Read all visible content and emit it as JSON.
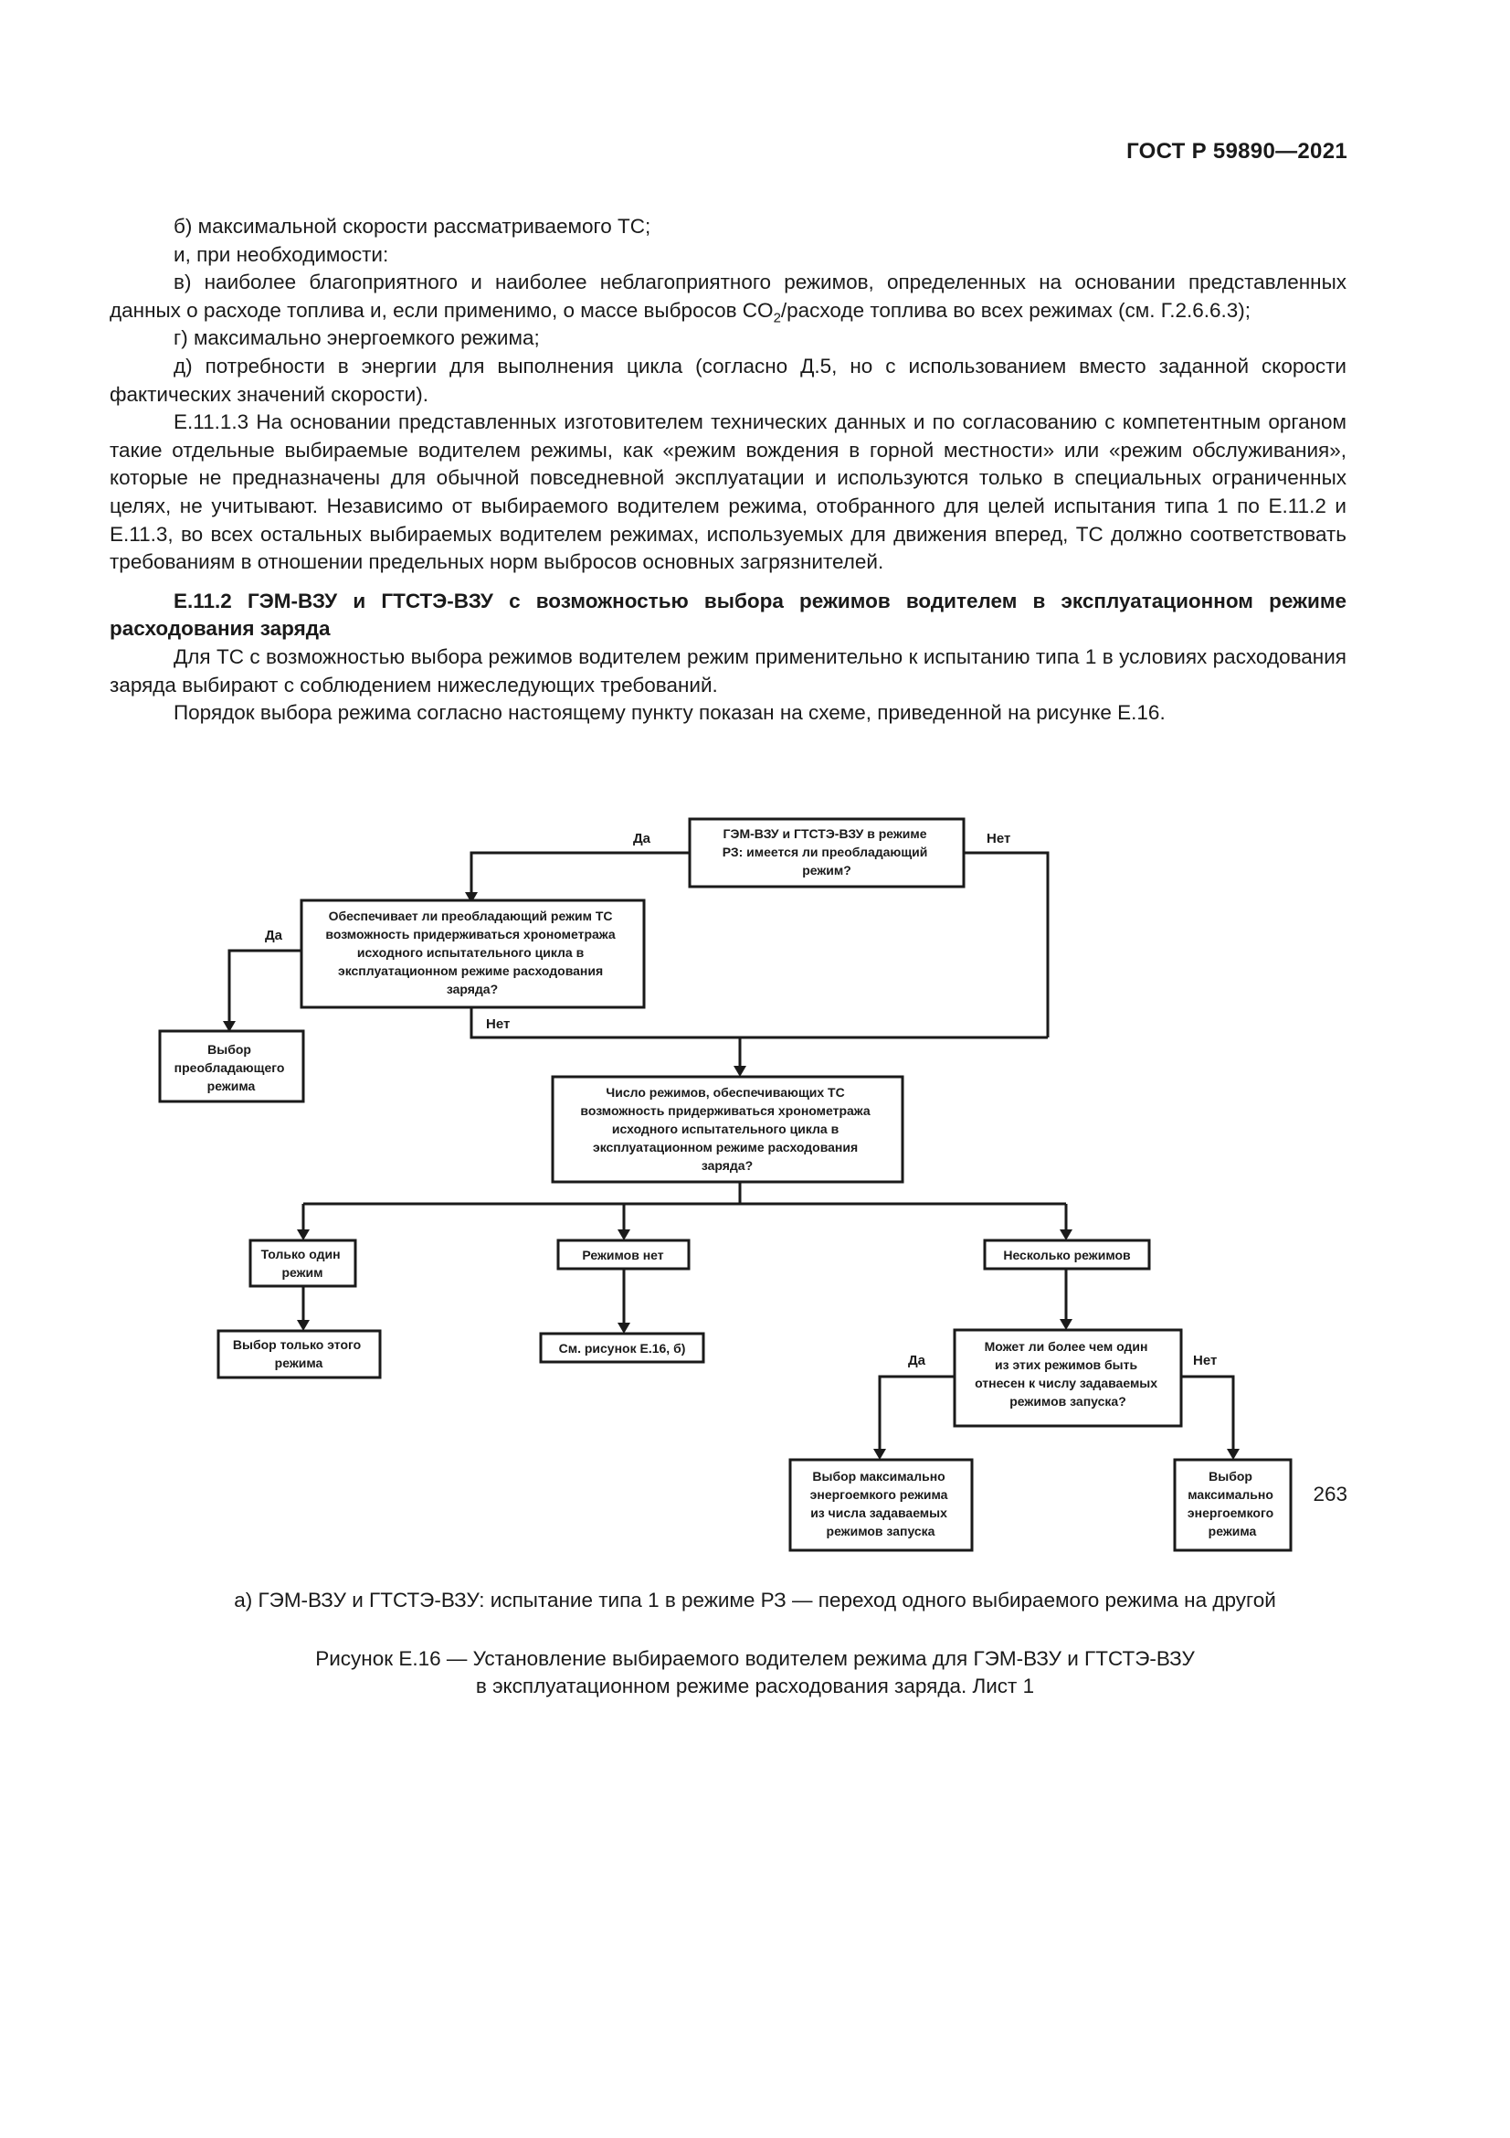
{
  "header": {
    "standard": "ГОСТ Р 59890—2021"
  },
  "body": {
    "p1": "б) максимальной скорости рассматриваемого ТС;",
    "p2": "и, при необходимости:",
    "p3_before": "в) наиболее благоприятного и наиболее неблагоприятного режимов, определенных на основании представленных данных о расходе топлива и, если применимо, о массе выбросов CO",
    "p3_sub": "2",
    "p3_after": "/расходе топлива во всех режимах (см. Г.2.6.6.3);",
    "p4": "г) максимально энергоемкого режима;",
    "p5": "д) потребности в энергии для выполнения цикла (согласно Д.5, но с использованием вместо заданной скорости фактических значений скорости).",
    "p6": "Е.11.1.3 На основании представленных изготовителем технических данных и по согласованию с компетентным органом такие отдельные выбираемые водителем режимы, как «режим вождения в горной местности» или «режим обслуживания», которые не предназначены для обычной повседневной эксплуатации и используются только в специальных ограниченных целях, не учитывают. Независимо от выбираемого водителем режима, отобранного для целей испытания типа 1 по Е.11.2 и Е.11.3, во всех остальных выбираемых водителем режимах, используемых для движения вперед, ТС должно соответствовать требованиям в отношении предельных норм выбросов основных загрязнителей.",
    "heading": "Е.11.2 ГЭМ-ВЗУ и ГТСТЭ-ВЗУ с возможностью выбора режимов водителем в эксплуатационном режиме расходования заряда",
    "p7": "Для ТС с возможностью выбора режимов водителем режим применительно к испытанию типа 1 в условиях расходования заряда выбирают с соблюдением нижеследующих требований.",
    "p8": "Порядок выбора режима согласно настоящему пункту показан на схеме, приведенной на рисунке Е.16."
  },
  "flowchart": {
    "q1": [
      "ГЭМ-ВЗУ и ГТСТЭ-ВЗУ в режиме",
      "РЗ: имеется ли преобладающий",
      "режим?"
    ],
    "q2": [
      "Обеспечивает ли преобладающий режим ТС",
      "возможность придерживаться хронометража",
      "исходного испытательного цикла в",
      "эксплуатационном режиме расходования",
      "заряда?"
    ],
    "r_predominant": [
      "Выбор",
      "преобладающего",
      "режима"
    ],
    "q3": [
      "Число режимов, обеспечивающих ТС",
      "возможность придерживаться хронометража",
      "исходного испытательного цикла в",
      "эксплуатационном режиме расходования",
      "заряда?"
    ],
    "c_one": [
      "Только один",
      "режим"
    ],
    "c_none": [
      "Режимов нет"
    ],
    "c_several": [
      "Несколько режимов"
    ],
    "r_only": [
      "Выбор только этого",
      "режима"
    ],
    "r_see": [
      "См. рисунок Е.16, б)"
    ],
    "q4": [
      "Может ли более чем один",
      "из этих режимов быть",
      "отнесен к числу задаваемых",
      "режимов запуска?"
    ],
    "r_max_launch": [
      "Выбор максимально",
      "энергоемкого режима",
      "из числа задаваемых",
      "режимов запуска"
    ],
    "r_max": [
      "Выбор",
      "максимально",
      "энергоемкого",
      "режима"
    ],
    "yes": "Да",
    "no": "Нет"
  },
  "figure": {
    "subcaption": "а) ГЭМ-ВЗУ и ГТСТЭ-ВЗУ: испытание типа 1 в режиме РЗ — переход  одного выбираемого режима на другой",
    "caption_line1": "Рисунок Е.16 — Установление выбираемого водителем режима для ГЭМ-ВЗУ и ГТСТЭ-ВЗУ",
    "caption_line2": "в эксплуатационном режиме расходования заряда. Лист 1"
  },
  "footer": {
    "page_number": "263"
  }
}
